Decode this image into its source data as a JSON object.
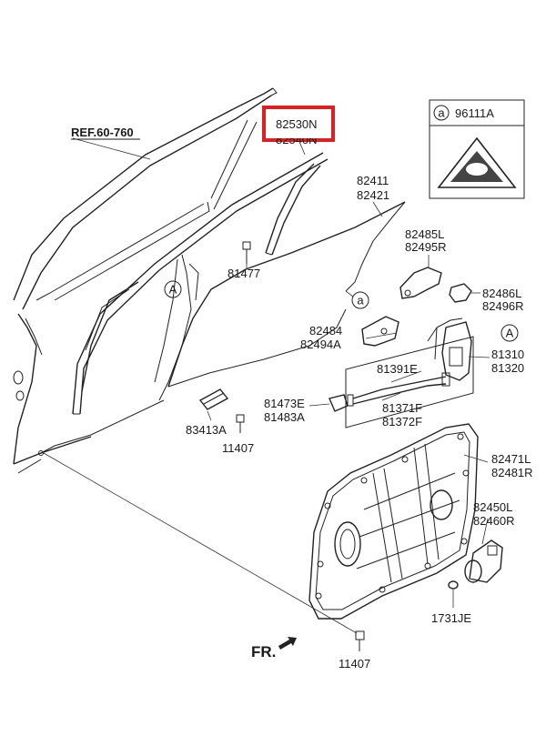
{
  "diagram": {
    "reference_label": "REF.60-760",
    "highlight_color": "#e02020",
    "direction_label": "FR.",
    "callout_marker": "a",
    "view_marker": "A",
    "parts": {
      "glass_run": "82530N",
      "glass_run_partial": "82540N",
      "glass_line1": "82411",
      "glass_line2": "82421",
      "bolt_81477": "81477",
      "bracket_l": "82485L",
      "bracket_r": "82495R",
      "clip_l": "82486L",
      "clip_r": "82496R",
      "holder_line1": "82484",
      "holder_line2": "82494A",
      "latch_line1": "81310",
      "latch_line2": "81320",
      "rod_391e": "81391E",
      "rod_371f": "81371F",
      "rod_372f": "81372F",
      "handle_line1": "81473E",
      "handle_line2": "81483A",
      "pad": "83413A",
      "bolt_11407_top": "11407",
      "regulator_line1": "82471L",
      "regulator_line2": "82481R",
      "motor_line1": "82450L",
      "motor_line2": "82460R",
      "grommet": "1731JE",
      "bolt_11407_bottom": "11407"
    },
    "label_box": {
      "marker": "a",
      "part_number": "96111A"
    }
  }
}
